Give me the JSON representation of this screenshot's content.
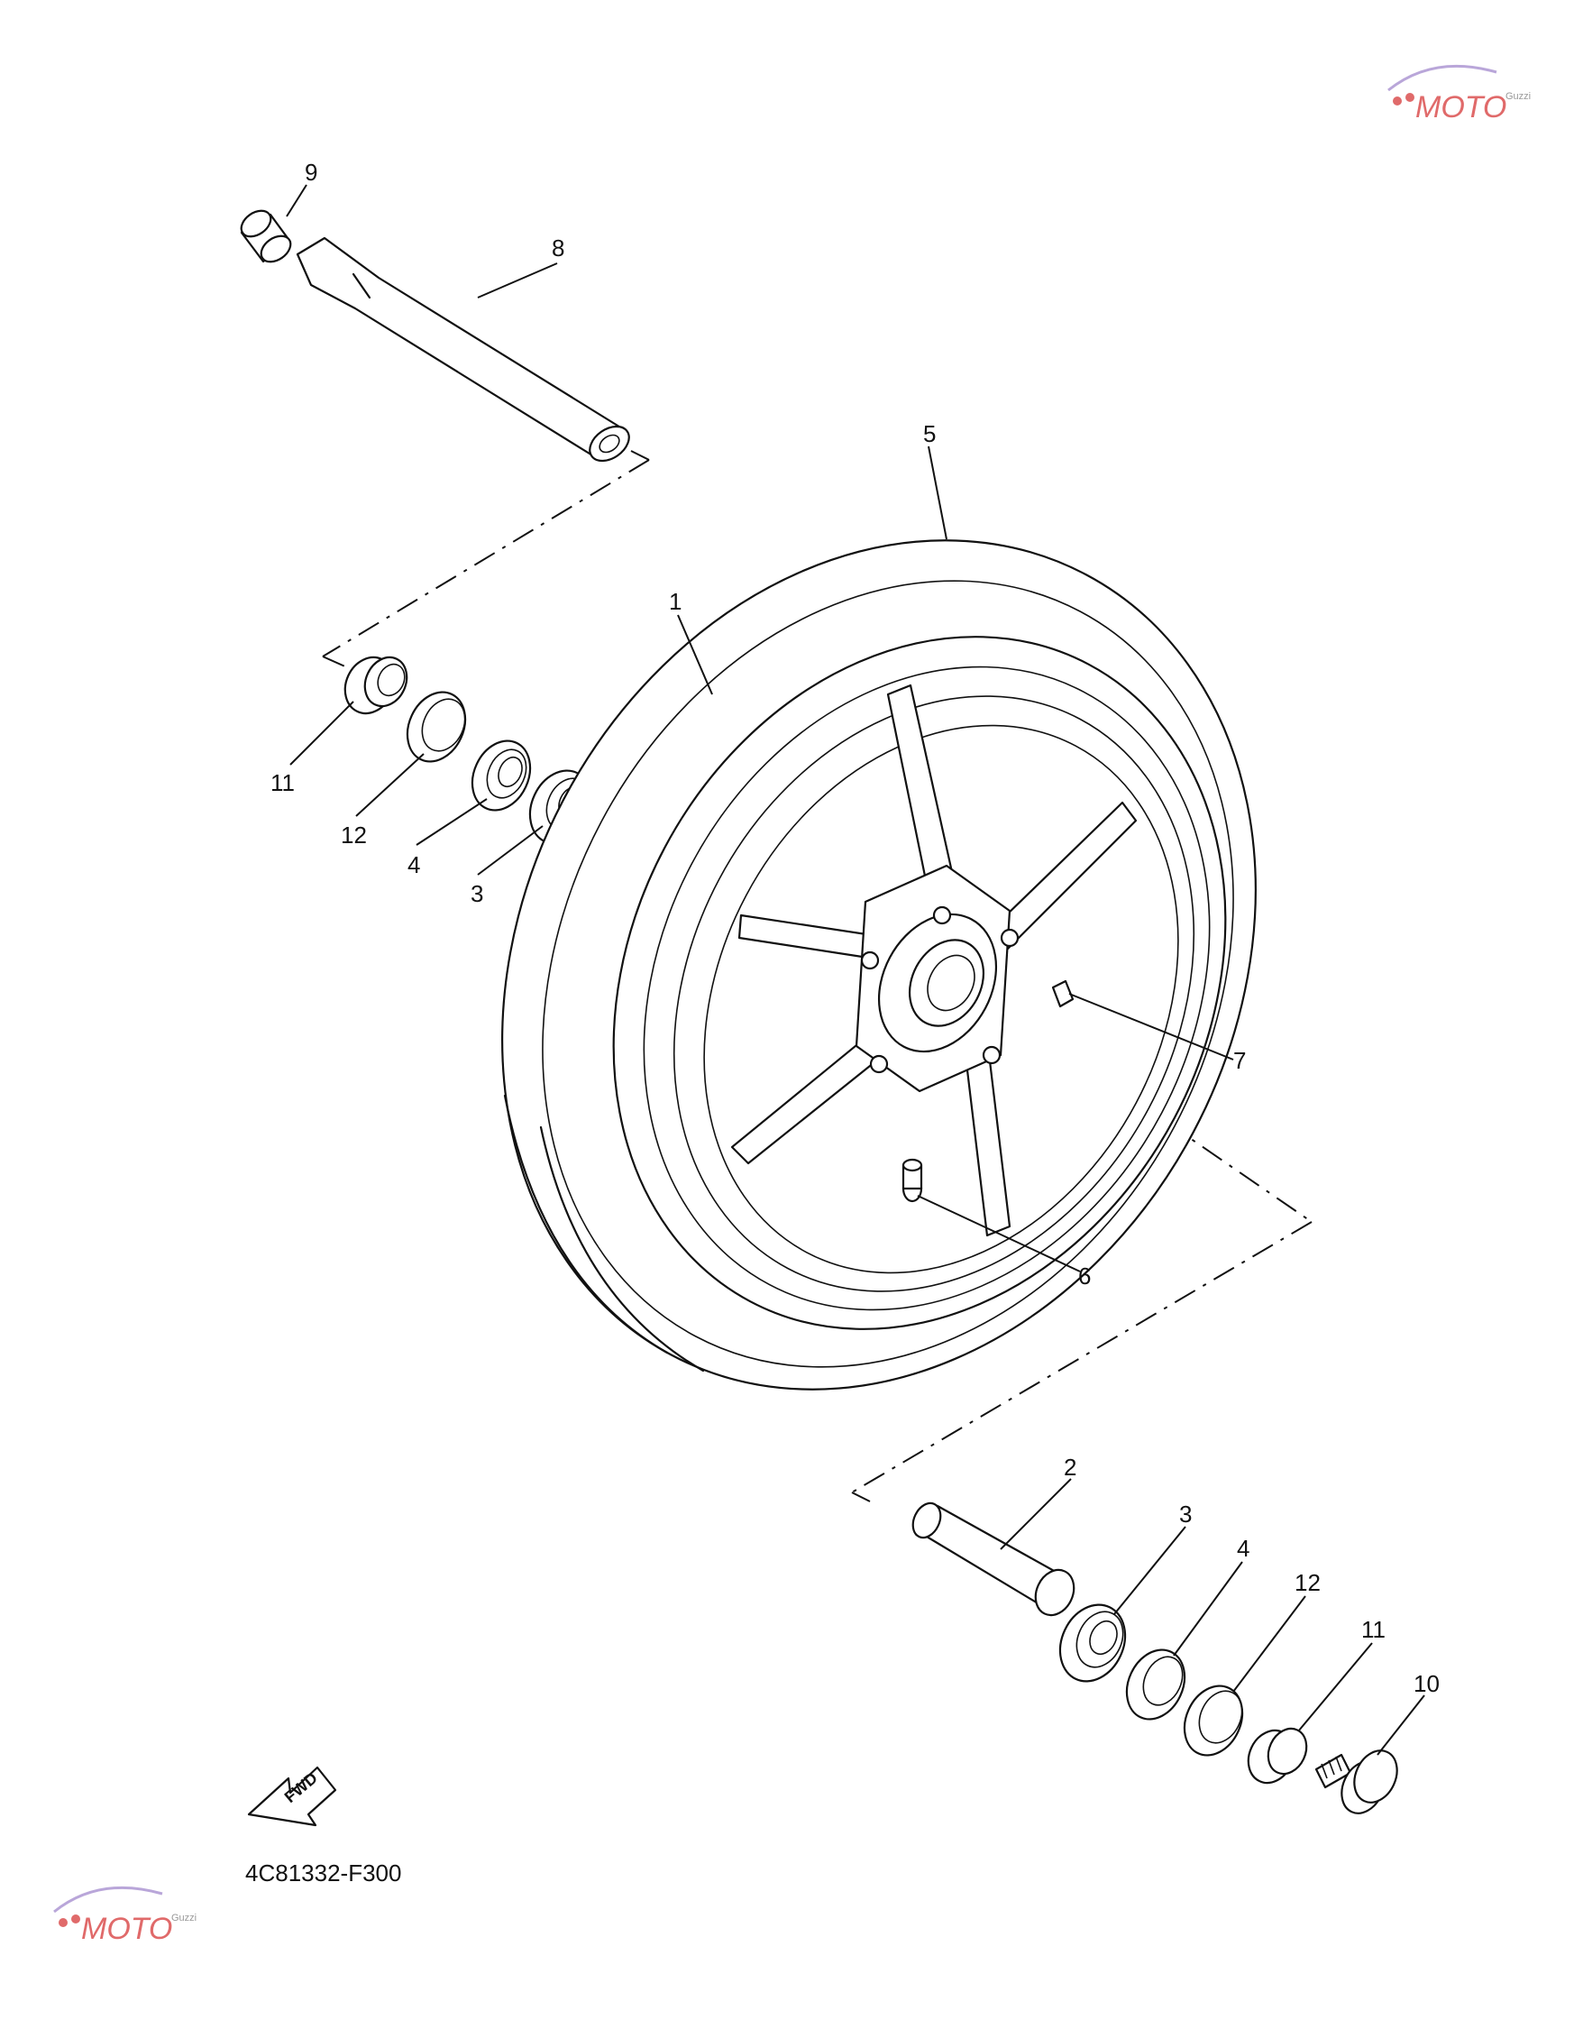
{
  "diagram_code": "4C81332-F300",
  "fwd_label": "FWD",
  "callouts": [
    {
      "label": "9"
    },
    {
      "label": "8"
    },
    {
      "label": "5"
    },
    {
      "label": "1"
    },
    {
      "label": "11"
    },
    {
      "label": "12"
    },
    {
      "label": "4"
    },
    {
      "label": "3"
    },
    {
      "label": "7"
    },
    {
      "label": "6"
    },
    {
      "label": "2"
    },
    {
      "label": "3"
    },
    {
      "label": "4"
    },
    {
      "label": "12"
    },
    {
      "label": "11"
    },
    {
      "label": "10"
    }
  ],
  "watermark": {
    "brand": "MOTO",
    "suffix": "Guzzi"
  }
}
